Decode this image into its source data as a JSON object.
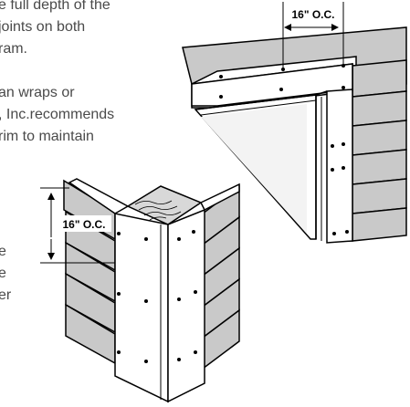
{
  "text_fragments": {
    "line1": "e full depth of the",
    "line2": "joints on both",
    "line3": "ram.",
    "line4": "an wraps or",
    "line5": ", Inc.recommends",
    "line6": "rim to maintain",
    "line7": "e",
    "line8": "e",
    "line9": "er"
  },
  "dimension_labels": {
    "top": "16\" O.C.",
    "left": "16\" O.C."
  },
  "colors": {
    "text": "#4a4a4a",
    "siding": "#c9c9c9",
    "trim": "#ffffff",
    "outline": "#000000",
    "wall_shadow": "#e4e4e4"
  }
}
